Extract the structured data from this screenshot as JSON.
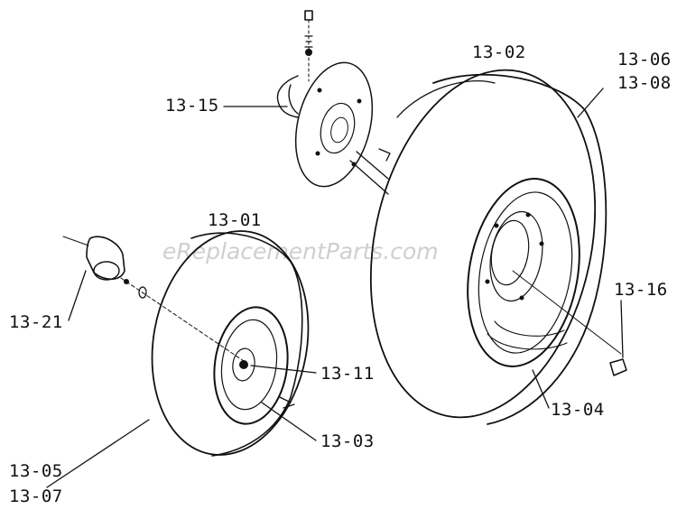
{
  "diagram": {
    "watermark": "eReplacementParts.com",
    "parts": [
      {
        "id": "13-02",
        "label": "13-02"
      },
      {
        "id": "13-06",
        "label": "13-06"
      },
      {
        "id": "13-08",
        "label": "13-08"
      },
      {
        "id": "13-15",
        "label": "13-15"
      },
      {
        "id": "13-01",
        "label": "13-01"
      },
      {
        "id": "13-16",
        "label": "13-16"
      },
      {
        "id": "13-21",
        "label": "13-21"
      },
      {
        "id": "13-11",
        "label": "13-11"
      },
      {
        "id": "13-04",
        "label": "13-04"
      },
      {
        "id": "13-03",
        "label": "13-03"
      },
      {
        "id": "13-05",
        "label": "13-05"
      },
      {
        "id": "13-07",
        "label": "13-07"
      }
    ]
  }
}
